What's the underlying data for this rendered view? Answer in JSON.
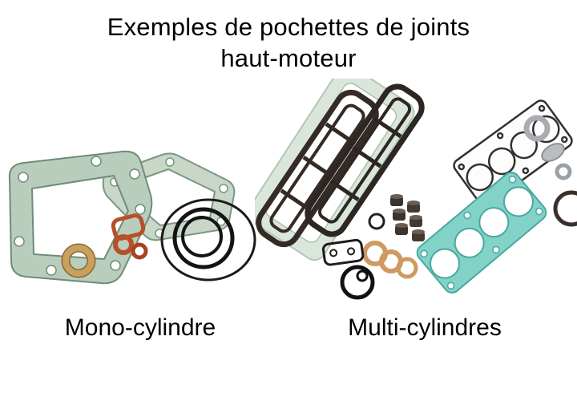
{
  "title": {
    "line1": "Exemples de pochettes de joints",
    "line2": "haut-moteur"
  },
  "captions": {
    "mono": "Mono-cylindre",
    "multi": "Multi-cylindres"
  },
  "illustrations": {
    "mono": {
      "label": "mono-cylinder top-end gasket set",
      "parts": [
        "green-head-gasket",
        "green-base-gasket",
        "black-o-rings",
        "orange-o-rings",
        "orange-exhaust-gasket",
        "copper-washer"
      ]
    },
    "multi": {
      "label": "multi-cylinder top-end gasket set",
      "parts": [
        "dark-valve-cover-gaskets",
        "pale-green-backing-gasket",
        "teal-4-cylinder-head-gasket",
        "outlined-4-cylinder-head-gasket",
        "grey-washers",
        "rubber-valve-seals",
        "copper-o-rings",
        "black-carb-gasket",
        "black-seal-ring"
      ]
    }
  },
  "colors": {
    "background": "#ffffff",
    "text": "#000000",
    "gasket_green": "#b9cdbd",
    "gasket_green_light": "#c8d7c8",
    "gasket_teal": "#82d2c8",
    "gasket_dark": "#352b26",
    "o_ring_orange": "#b5502a",
    "copper": "#c9a05c",
    "grey_metal": "#a9adb2"
  }
}
